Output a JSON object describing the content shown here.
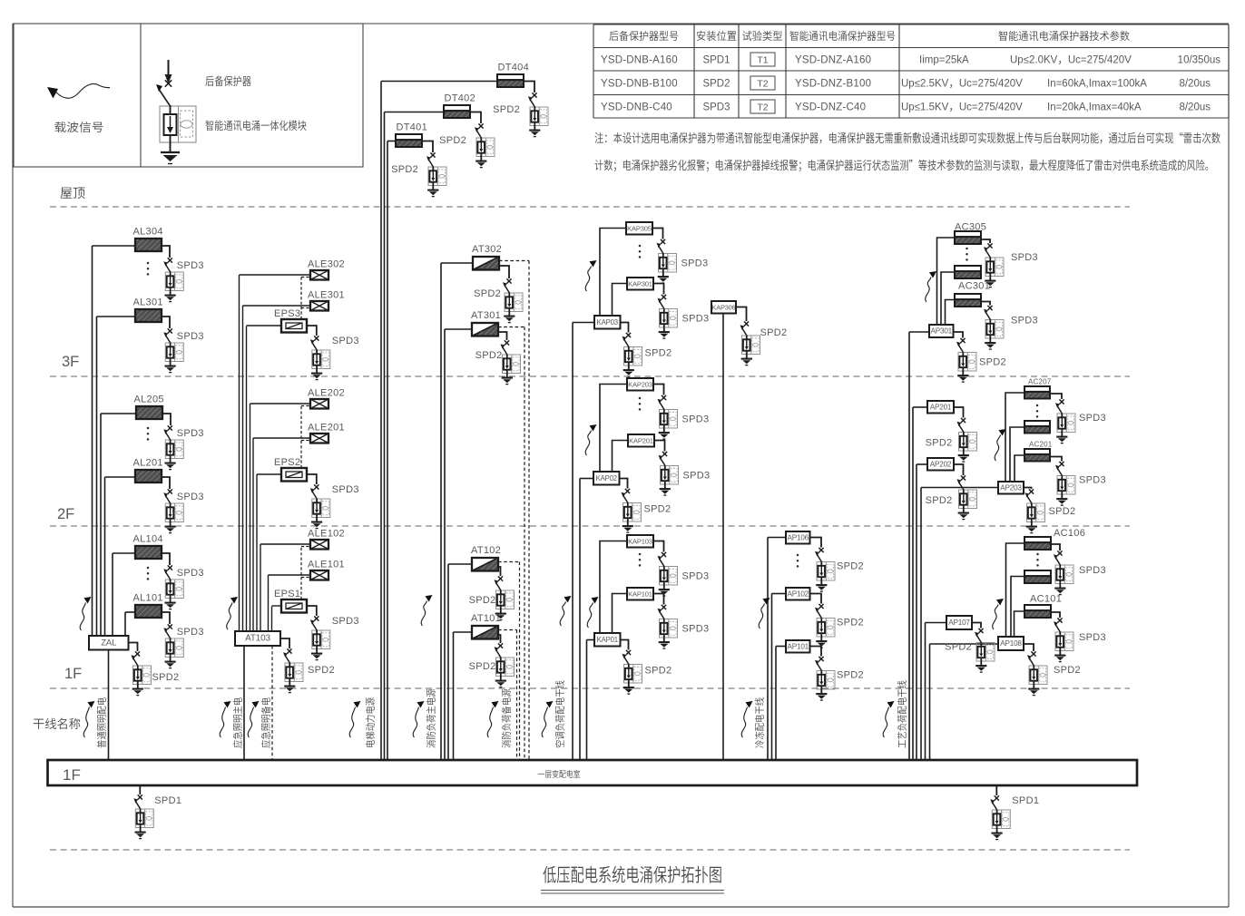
{
  "legend": {
    "carrier_label": "载波信号",
    "backup_label": "后备保护器",
    "module_label": "智能通讯电涌一体化模块"
  },
  "table": {
    "headers": [
      "后备保护器型号",
      "安装位置",
      "试验类型",
      "智能通讯电涌保护器型号",
      "智能通讯电涌保护器技术参数"
    ],
    "rows": [
      {
        "backup_model": "YSD-DNB-A160",
        "position": "SPD1",
        "test_type": "T1",
        "spd_model": "YSD-DNZ-A160",
        "param1": "Iimp=25kA",
        "param2": "Up≤2.0KV，Uc=275/420V",
        "param3": "10/350us"
      },
      {
        "backup_model": "YSD-DNB-B100",
        "position": "SPD2",
        "test_type": "T2",
        "spd_model": "YSD-DNZ-B100",
        "param1": "Up≤2.5KV，Uc=275/420V",
        "param2": "In=60kA,Imax=100kA",
        "param3": "8/20us"
      },
      {
        "backup_model": "YSD-DNB-C40",
        "position": "SPD3",
        "test_type": "T2",
        "spd_model": "YSD-DNZ-C40",
        "param1": "Up≤1.5KV，Uc=275/420V",
        "param2": "In=20kA,Imax=40kA",
        "param3": "8/20us"
      }
    ]
  },
  "note": {
    "line1": "注：本设计选用电涌保护器为带通讯智能型电涌保护器，电涌保护器无需重新敷设通讯线即可实现数据上传与后台联网功能，通过后台可实现“雷击次数",
    "line2": "计数；电涌保护器劣化报警；电涌保护器掉线报警；电涌保护器运行状态监测”等技术参数的监测与读取，最大程度降低了雷击对供电系统造成的风险。"
  },
  "floors": {
    "roof": "屋顶",
    "f3": "3F",
    "f2": "2F",
    "f1": "1F",
    "trunk_row_title": "干线名称",
    "bus_floor": "1F",
    "bus_room": "一层变配电室"
  },
  "trunks": [
    {
      "name": "普通照明配电"
    },
    {
      "name": "应急照明主电"
    },
    {
      "name": "应急照明备电"
    },
    {
      "name": "电梯动力电源"
    },
    {
      "name": "消防负荷主电源"
    },
    {
      "name": "消防负荷备电源"
    },
    {
      "name": "空调负荷配电干线"
    },
    {
      "name": "冷冻配电干线"
    },
    {
      "name": "工艺负荷配电干线"
    }
  ],
  "spd_types": {
    "spd1": "SPD1",
    "spd2": "SPD2",
    "spd3": "SPD3"
  },
  "panels": {
    "al": [
      "AL304",
      "AL301",
      "AL205",
      "AL201",
      "AL104",
      "AL101"
    ],
    "zal": "ZAL",
    "ale": [
      "ALE302",
      "ALE301",
      "ALE202",
      "ALE201",
      "ALE102",
      "ALE101"
    ],
    "eps": [
      "EPS3",
      "EPS2",
      "EPS1"
    ],
    "at103": "AT103",
    "dt": [
      "DT404",
      "DT402",
      "DT401"
    ],
    "atf": [
      "AT302",
      "AT301",
      "AT102",
      "AT101"
    ],
    "kap_main": [
      "KAP03",
      "KAP02",
      "KAP01"
    ],
    "kap_sub": [
      "KAP305",
      "KAP301",
      "KAP203",
      "KAP201",
      "KAP103",
      "KAP101"
    ],
    "kap306": "KAP306",
    "ap": [
      "AP301",
      "AP201",
      "AP202",
      "AP203",
      "AP107",
      "AP108"
    ],
    "ap_cold": [
      "AP106",
      "AP102",
      "AP101"
    ],
    "ac": [
      "AC305",
      "AC301",
      "AC207",
      "AC201",
      "AC106",
      "AC101"
    ]
  },
  "title": "低压配电系统电涌保护拓扑图",
  "colors": {
    "line": "#1c1c1c",
    "text": "#4a4a4a",
    "latin_text": "#595959",
    "hatch_fill": "#4f4f4f",
    "hatch_line": "#8a8a8a",
    "dash_line": "#5a5a5a",
    "module_gray": "#909090"
  }
}
